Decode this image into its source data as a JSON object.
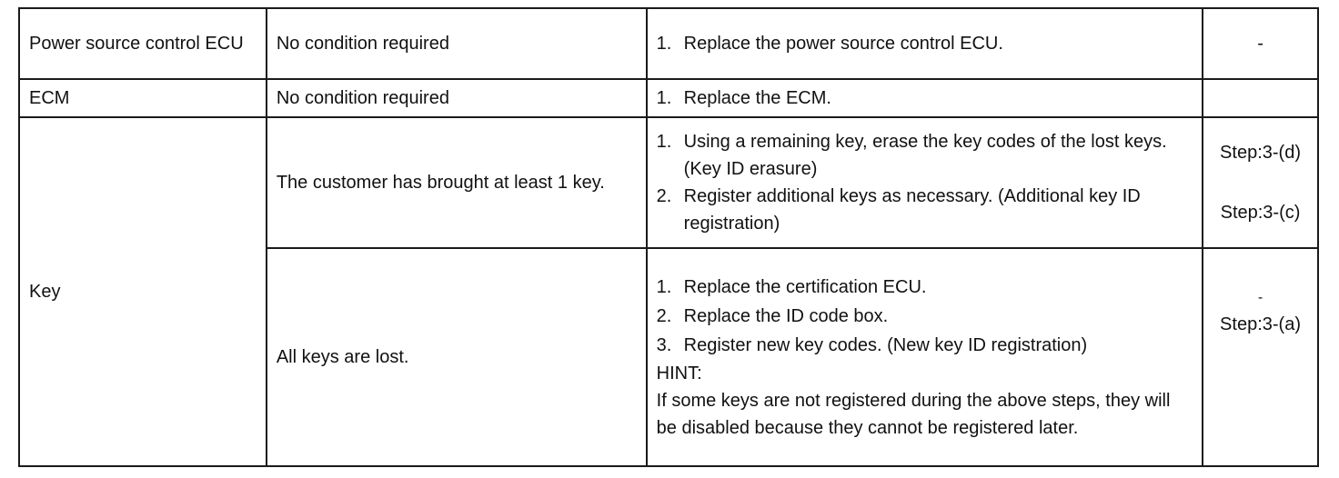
{
  "rows": [
    {
      "part": "Power source control ECU",
      "condition": "No condition required",
      "steps": [
        {
          "num": "1.",
          "text": "Replace the power source control ECU."
        }
      ],
      "ref": "-"
    },
    {
      "part": "ECM",
      "condition": "No condition required",
      "steps": [
        {
          "num": "1.",
          "text": "Replace the ECM."
        }
      ],
      "ref": ""
    }
  ],
  "key": {
    "part": "Key",
    "sub1": {
      "condition": "The customer has brought at least 1 key.",
      "steps": [
        {
          "num": "1.",
          "text": "Using a remaining key, erase the key codes of the lost keys. (Key ID erasure)"
        },
        {
          "num": "2.",
          "text": "Register additional keys as necessary. (Additional key ID registration)"
        }
      ],
      "refs": [
        "Step:3-(d)",
        "Step:3-(c)"
      ]
    },
    "sub2": {
      "condition": "All keys are lost.",
      "steps": [
        {
          "num": "1.",
          "text": "Replace the certification ECU."
        },
        {
          "num": "2.",
          "text": "Replace the ID code box."
        },
        {
          "num": "3.",
          "text": "Register new key codes. (New key ID registration)"
        }
      ],
      "hint_label": "HINT:",
      "hint_text": "If some keys are not registered during the above steps, they will be disabled because they cannot be registered later.",
      "refs": [
        "-",
        "Step:3-(a)"
      ]
    }
  }
}
